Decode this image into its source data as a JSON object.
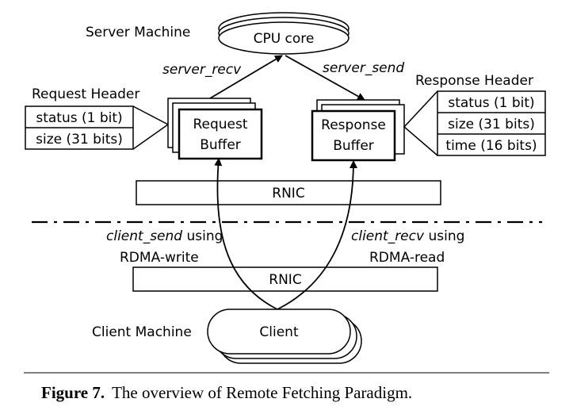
{
  "server_machine": "Server Machine",
  "cpu_core": "CPU core",
  "server_recv": "server_recv",
  "server_send": "server_send",
  "request_header": {
    "title": "Request Header",
    "fields": [
      "status (1 bit)",
      "size (31 bits)"
    ]
  },
  "response_header": {
    "title": "Response Header",
    "fields": [
      "status (1 bit)",
      "size (31 bits)",
      "time (16 bits)"
    ]
  },
  "request_buffer": [
    "Request",
    "Buffer"
  ],
  "response_buffer": [
    "Response",
    "Buffer"
  ],
  "rnic_top": "RNIC",
  "rnic_bottom": "RNIC",
  "client_send": {
    "func": "client_send",
    "suffix": " using",
    "method": "RDMA-write"
  },
  "client_recv": {
    "func": "client_recv",
    "suffix": " using",
    "method": "RDMA-read"
  },
  "client_machine": "Client Machine",
  "client": "Client",
  "caption": {
    "label": "Figure 7.",
    "text": "The overview of Remote Fetching Paradigm."
  }
}
